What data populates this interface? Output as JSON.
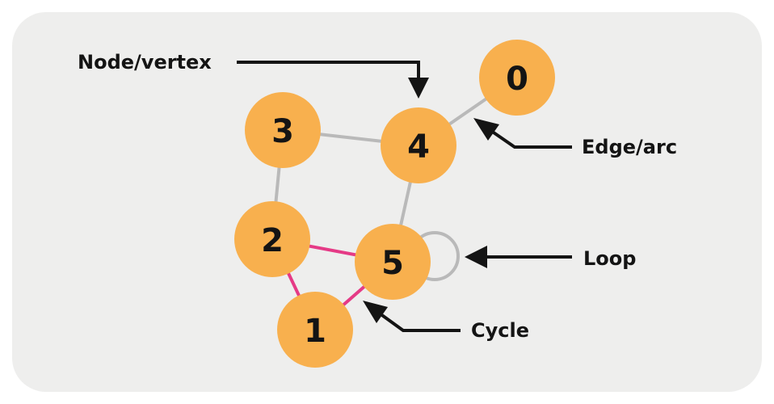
{
  "diagram": {
    "nodes": [
      {
        "id": "0",
        "label": "0"
      },
      {
        "id": "1",
        "label": "1"
      },
      {
        "id": "2",
        "label": "2"
      },
      {
        "id": "3",
        "label": "3"
      },
      {
        "id": "4",
        "label": "4"
      },
      {
        "id": "5",
        "label": "5"
      }
    ],
    "edges": [
      {
        "from": "3",
        "to": "4",
        "highlight": false
      },
      {
        "from": "4",
        "to": "0",
        "highlight": false
      },
      {
        "from": "3",
        "to": "2",
        "highlight": false
      },
      {
        "from": "4",
        "to": "5",
        "highlight": false
      },
      {
        "from": "2",
        "to": "5",
        "highlight": true
      },
      {
        "from": "2",
        "to": "1",
        "highlight": true
      },
      {
        "from": "5",
        "to": "1",
        "highlight": true
      }
    ],
    "loops": [
      {
        "node": "5"
      }
    ],
    "annotations": {
      "node": "Node/vertex",
      "edge": "Edge/arc",
      "loop": "Loop",
      "cycle": "Cycle"
    },
    "colors": {
      "node_fill": "#f8b04e",
      "edge": "#b9b9b9",
      "cycle_edge": "#e53a86",
      "background": "#eeeeed",
      "text": "#141414"
    }
  }
}
